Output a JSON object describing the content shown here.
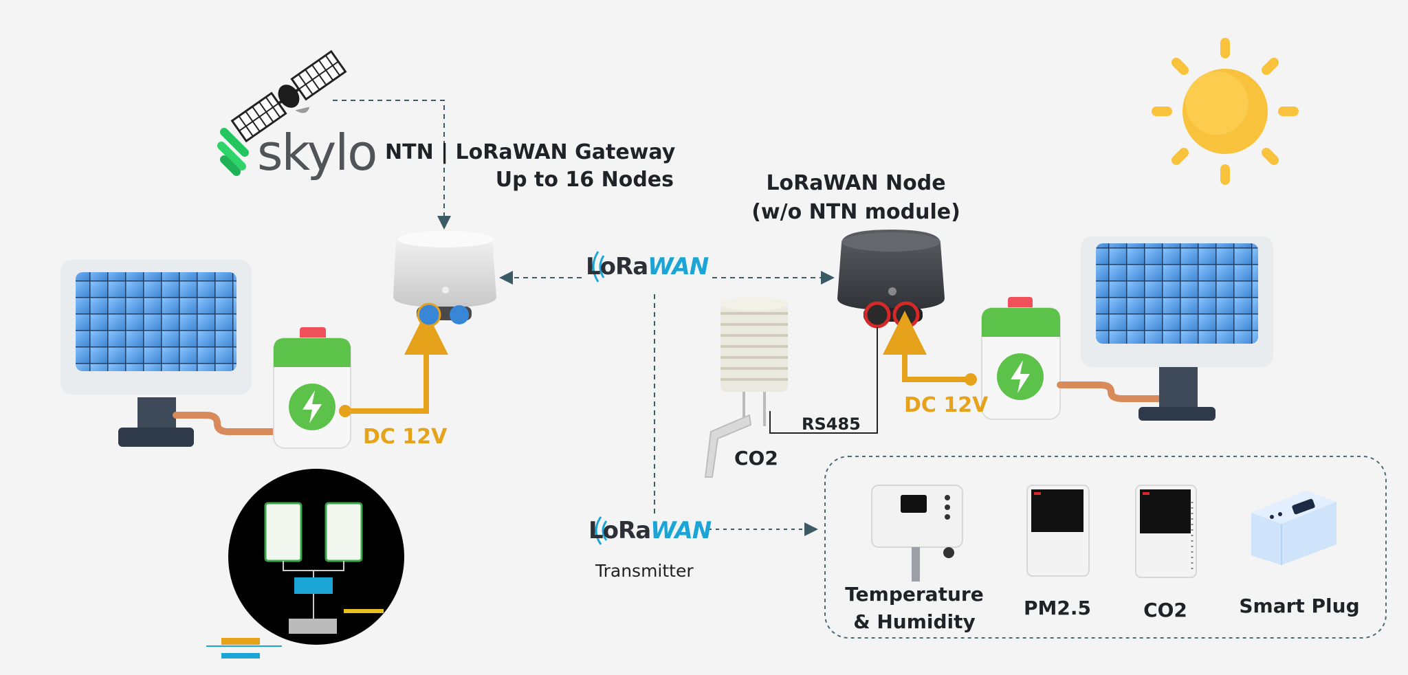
{
  "brand": {
    "skylo": "skylo",
    "lora_prefix": "LoRa",
    "lora_suffix": "WAN"
  },
  "gateway": {
    "title_line1": "NTN | LoRaWAN Gateway",
    "title_line2": "Up to 16 Nodes",
    "power": "DC 12V"
  },
  "node": {
    "title_line1": "LoRaWAN Node",
    "title_line2": "(w/o  NTN module)",
    "power": "DC 12V",
    "bus": "RS485",
    "sensor": "CO2"
  },
  "transmitter": {
    "label": "Transmitter"
  },
  "devices": [
    {
      "line1": "Temperature",
      "line2": "& Humidity"
    },
    {
      "line1": "PM2.5"
    },
    {
      "line1": "CO2"
    },
    {
      "line1": "Smart Plug"
    }
  ],
  "colors": {
    "power_line": "#e5a21a",
    "cable": "#d98a5a",
    "link_dash": "#3a5a66",
    "lorawan_blue": "#1aa5d6",
    "skylo_green": "#22c55e",
    "sun": "#f9c23c",
    "battery_green": "#5cc24a",
    "panel_blue": "#4b9fe6"
  }
}
